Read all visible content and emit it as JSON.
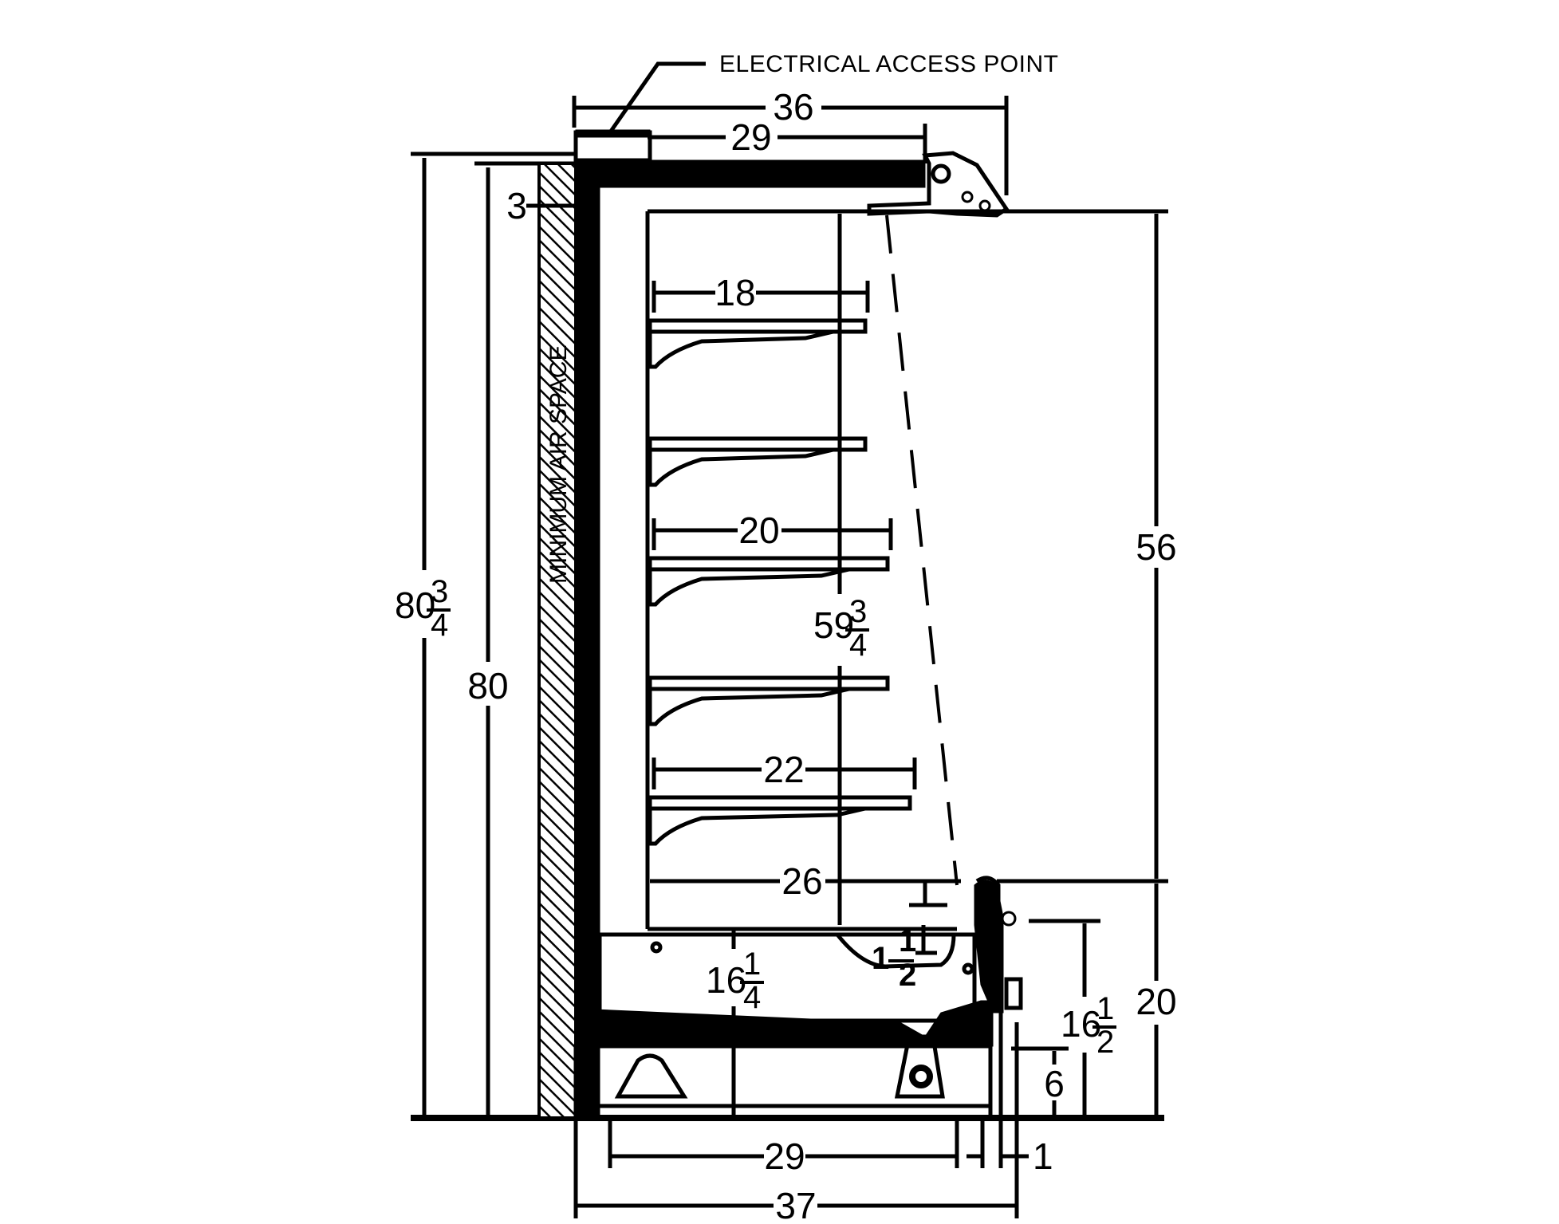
{
  "callout": {
    "electrical": "ELECTRICAL ACCESS POINT"
  },
  "air_space": "MINIMUM AIR SPACE",
  "dims": {
    "top_overall": "36",
    "top_canopy": "29",
    "wall_gap": "3",
    "shelf_top": "18",
    "shelf_mid": "20",
    "shelf_low": "22",
    "deck": "26",
    "bottom_feet": "29",
    "bottom_overall": "37",
    "bottom_small": "1",
    "opening": "56",
    "front_base": "20",
    "toe": "6",
    "height_inner": "80",
    "height_outer": {
      "whole": "80",
      "num": "3",
      "den": "4"
    },
    "interior": {
      "whole": "59",
      "num": "3",
      "den": "4"
    },
    "base_depth": {
      "whole": "16",
      "num": "1",
      "den": "4"
    },
    "bumper": {
      "whole": "16",
      "num": "1",
      "den": "2"
    },
    "small_half": {
      "whole": "1",
      "num": "1",
      "den": "2"
    }
  }
}
